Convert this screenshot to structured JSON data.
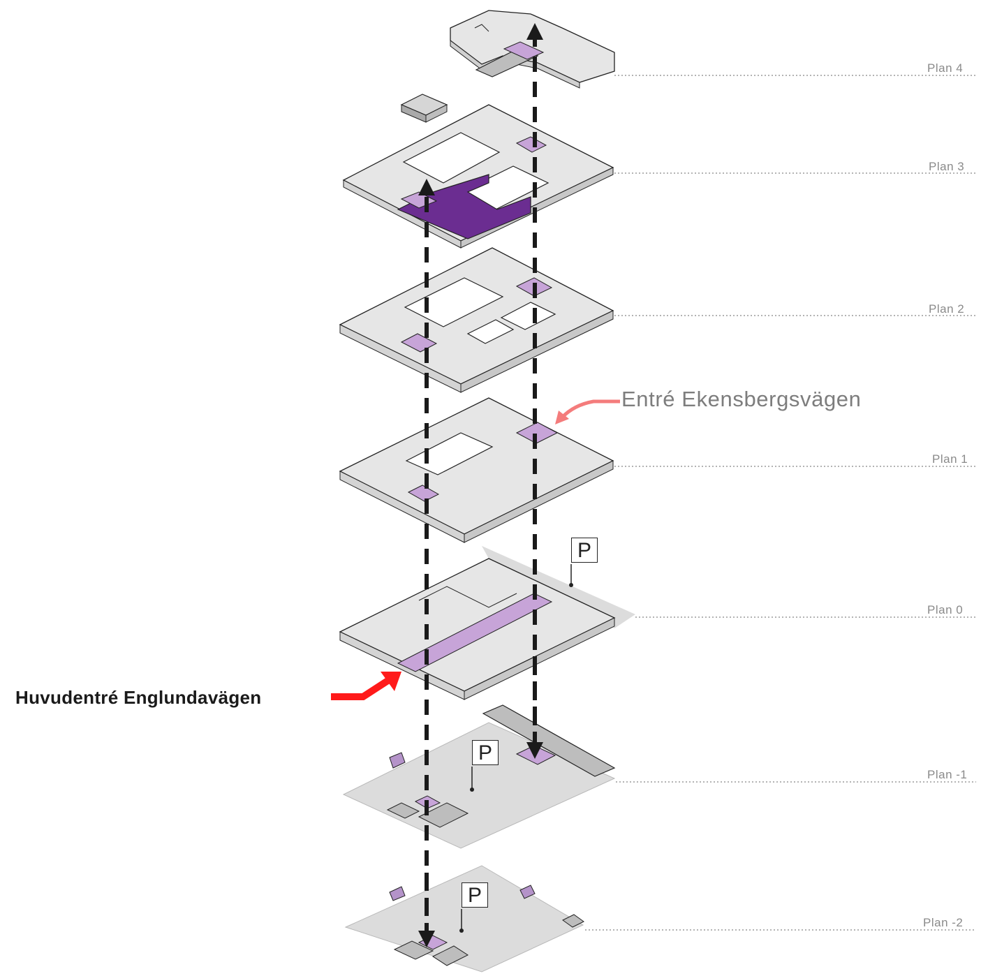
{
  "levels": [
    {
      "id": "plan-4",
      "label": "Plan 4"
    },
    {
      "id": "plan-3",
      "label": "Plan 3"
    },
    {
      "id": "plan-2",
      "label": "Plan 2"
    },
    {
      "id": "plan-1",
      "label": "Plan 1"
    },
    {
      "id": "plan-0",
      "label": "Plan 0"
    },
    {
      "id": "plan-minus-1",
      "label": "Plan -1"
    },
    {
      "id": "plan-minus-2",
      "label": "Plan -2"
    }
  ],
  "callouts": {
    "secondary_entrance": "Entré Ekensbergsvägen",
    "main_entrance": "Huvudentré Englundavägen"
  },
  "parking_marker": "P",
  "colors": {
    "floor_fill": "#e6e6e6",
    "floor_edge": "#d2d2d2",
    "parking_fill": "#dcdcdc",
    "highlight_purple": "#6b2d91",
    "light_purple": "#c7a4d8",
    "main_arrow": "#ff1a1a",
    "secondary_arrow": "#f47c7c",
    "route_dash": "#1a1a1a",
    "guide_line": "#9a9a9a"
  }
}
